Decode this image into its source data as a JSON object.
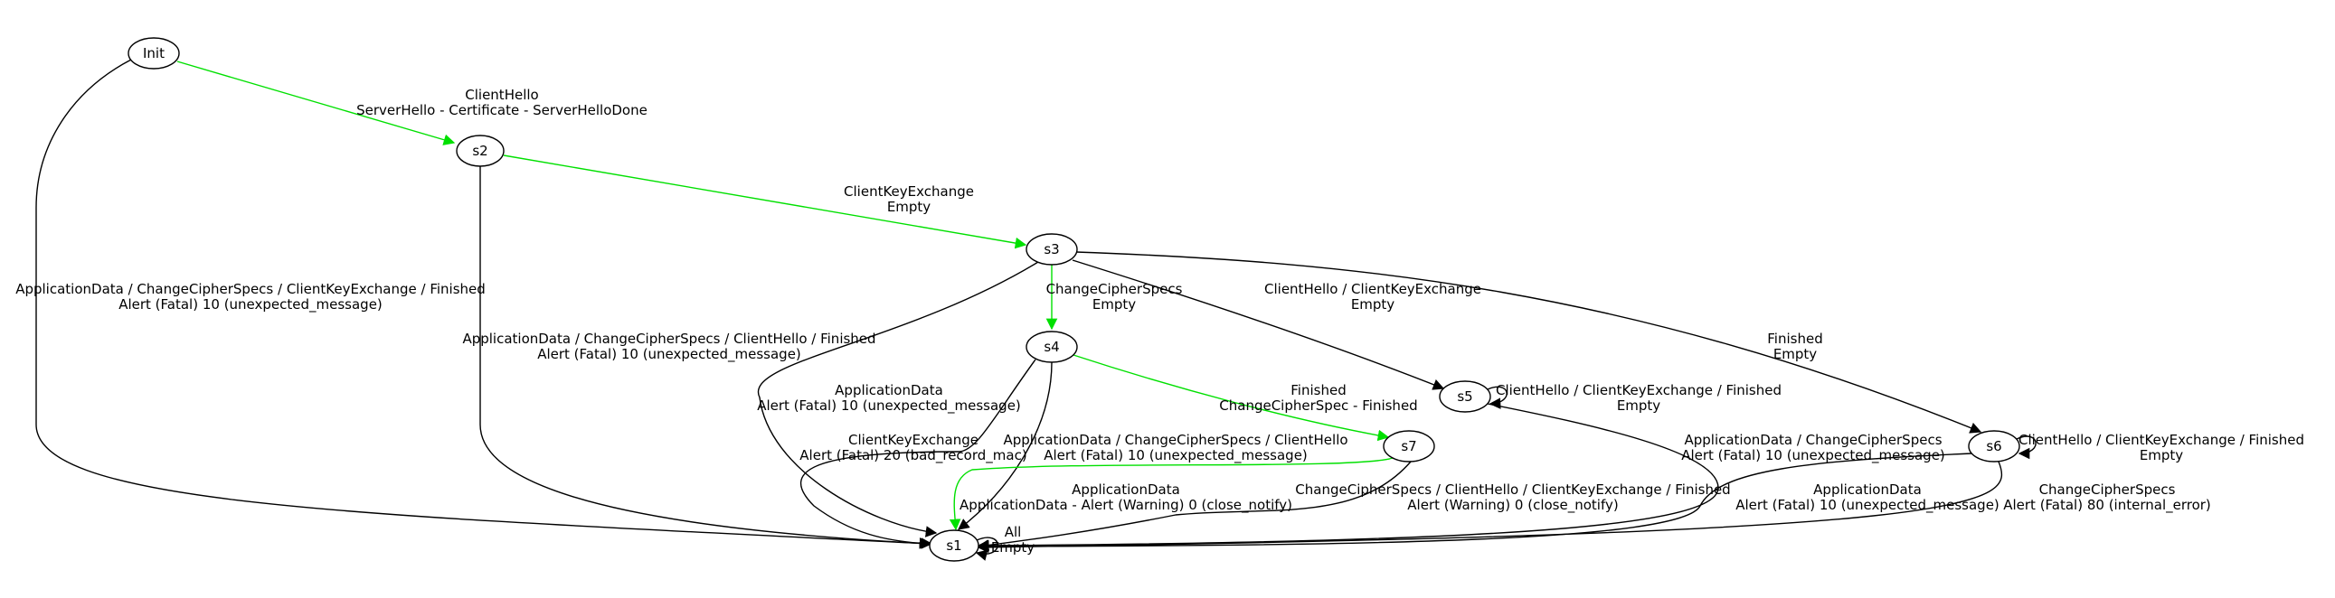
{
  "colors": {
    "black": "#000000",
    "green": "#00e000"
  },
  "nodes": [
    {
      "id": "Init",
      "label": "Init"
    },
    {
      "id": "s1",
      "label": "s1"
    },
    {
      "id": "s2",
      "label": "s2"
    },
    {
      "id": "s3",
      "label": "s3"
    },
    {
      "id": "s4",
      "label": "s4"
    },
    {
      "id": "s5",
      "label": "s5"
    },
    {
      "id": "s6",
      "label": "s6"
    },
    {
      "id": "s7",
      "label": "s7"
    }
  ],
  "edges": [
    {
      "from": "Init",
      "to": "s2",
      "color": "green",
      "input": "ClientHello",
      "output": "ServerHello - Certificate - ServerHelloDone"
    },
    {
      "from": "Init",
      "to": "s1",
      "color": "black",
      "input": "ApplicationData / ChangeCipherSpecs / ClientKeyExchange / Finished",
      "output": "Alert (Fatal) 10 (unexpected_message)"
    },
    {
      "from": "s2",
      "to": "s3",
      "color": "green",
      "input": "ClientKeyExchange",
      "output": "Empty"
    },
    {
      "from": "s2",
      "to": "s1",
      "color": "black",
      "input": "ApplicationData / ChangeCipherSpecs / ClientHello / Finished",
      "output": "Alert (Fatal) 10 (unexpected_message)"
    },
    {
      "from": "s3",
      "to": "s4",
      "color": "green",
      "input": "ChangeCipherSpecs",
      "output": "Empty"
    },
    {
      "from": "s3",
      "to": "s5",
      "color": "black",
      "input": "ClientHello / ClientKeyExchange",
      "output": "Empty"
    },
    {
      "from": "s3",
      "to": "s6",
      "color": "black",
      "input": "Finished",
      "output": "Empty"
    },
    {
      "from": "s3",
      "to": "s1",
      "color": "black",
      "input": "ApplicationData",
      "output": "Alert (Fatal) 10 (unexpected_message)"
    },
    {
      "from": "s4",
      "to": "s7",
      "color": "green",
      "input": "Finished",
      "output": "ChangeCipherSpec - Finished"
    },
    {
      "from": "s4",
      "to": "s1",
      "color": "black",
      "input": "ClientKeyExchange",
      "output": "Alert (Fatal) 20 (bad_record_mac)"
    },
    {
      "from": "s4",
      "to": "s1",
      "color": "black",
      "input": "ApplicationData / ChangeCipherSpecs / ClientHello",
      "output": "Alert (Fatal) 10 (unexpected_message)"
    },
    {
      "from": "s5",
      "to": "s5",
      "color": "black",
      "input": "ClientHello / ClientKeyExchange / Finished",
      "output": "Empty"
    },
    {
      "from": "s5",
      "to": "s1",
      "color": "black",
      "input": "ApplicationData / ChangeCipherSpecs",
      "output": "Alert (Fatal) 10 (unexpected_message)"
    },
    {
      "from": "s6",
      "to": "s6",
      "color": "black",
      "input": "ClientHello / ClientKeyExchange / Finished",
      "output": "Empty"
    },
    {
      "from": "s6",
      "to": "s1",
      "color": "black",
      "input": "ApplicationData",
      "output": "Alert (Fatal) 10 (unexpected_message)"
    },
    {
      "from": "s6",
      "to": "s1",
      "color": "black",
      "input": "ChangeCipherSpecs",
      "output": "Alert (Fatal) 80 (internal_error)"
    },
    {
      "from": "s7",
      "to": "s1",
      "color": "green",
      "input": "ApplicationData",
      "output": "ApplicationData - Alert (Warning) 0 (close_notify)"
    },
    {
      "from": "s7",
      "to": "s1",
      "color": "black",
      "input": "ChangeCipherSpecs / ClientHello / ClientKeyExchange / Finished",
      "output": "Alert (Warning) 0 (close_notify)"
    },
    {
      "from": "s1",
      "to": "s1",
      "color": "black",
      "input": "All",
      "output": "Empty"
    }
  ]
}
